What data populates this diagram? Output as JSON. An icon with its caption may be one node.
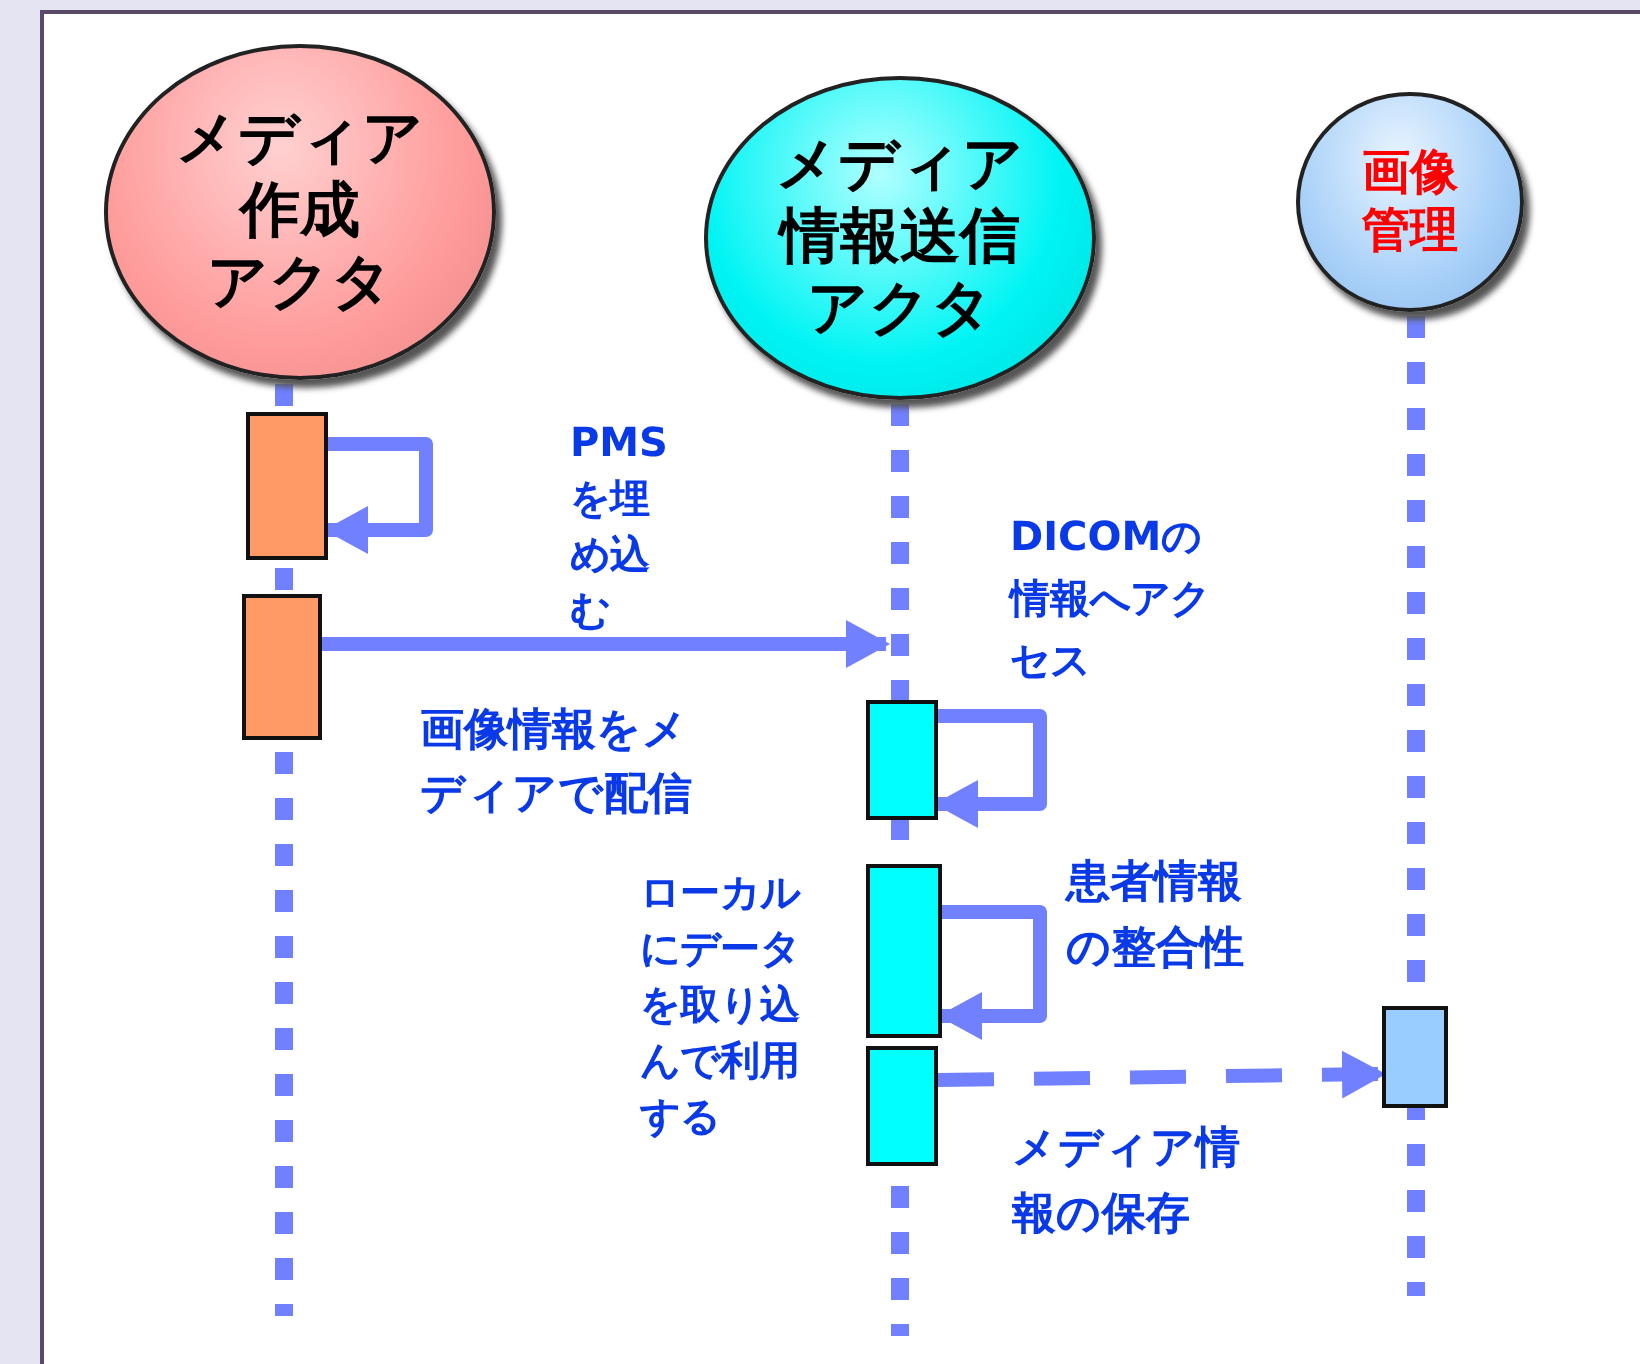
{
  "diagram": {
    "nodes": [
      {
        "text": [
          "メディア作成アクタ"
        ]
      },
      {
        "text": [
          "メディア情報送信アクタ"
        ]
      },
      {
        "text": [
          "画像管理"
        ]
      },
      {
        "text": [],
        "shape": "box"
      },
      {
        "text": [],
        "shape": "box"
      },
      {
        "text": [],
        "shape": "box"
      },
      {
        "text": [],
        "shape": "box"
      },
      {
        "text": [],
        "shape": "box"
      },
      {
        "text": [],
        "shape": "box"
      }
    ],
    "edges": [
      {
        "from": 3,
        "to": 3,
        "arrow": "to"
      },
      {
        "from": 4,
        "to": 5,
        "arrow": "to",
        "label": "画像情報をメディアで配信"
      },
      {
        "from": 5,
        "to": 5,
        "arrow": "to",
        "label": "DICOMの情報へアクセス"
      },
      {
        "from": 6,
        "to": 6,
        "arrow": "to",
        "label": "患者情報の整合性"
      },
      {
        "from": 7,
        "to": 8,
        "arrow": "to",
        "style": "dashed",
        "label": "メディア情報の保存"
      }
    ],
    "labels": [
      "PMSを埋め込む",
      "ローカルにデータを取り込んで利用する"
    ]
  }
}
